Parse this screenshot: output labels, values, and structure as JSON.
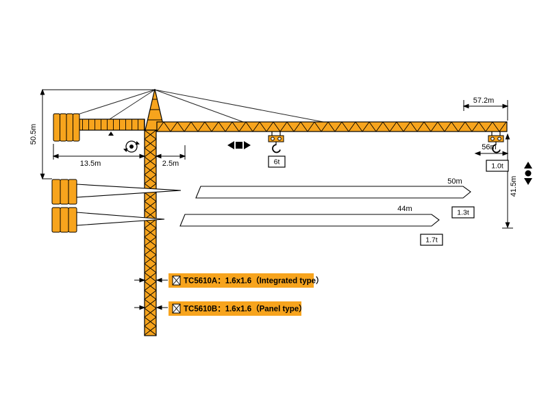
{
  "colors": {
    "crane": "#F7A41D",
    "outline": "#000000",
    "background": "#FFFFFF"
  },
  "dimensions": {
    "hook_height": "50.5m",
    "counter_jib": "13.5m",
    "rear_offset": "2.5m",
    "tip_span": "57.2m",
    "max_radius": "56m",
    "tower_height": "41.5m"
  },
  "loads": {
    "trolley": "6t",
    "tip_56m": "1.0t",
    "tip_50m": "1.3t",
    "tip_44m": "1.7t"
  },
  "jib_variants": [
    {
      "length": "50m",
      "tip_load": "1.3t"
    },
    {
      "length": "44m",
      "tip_load": "1.7t"
    }
  ],
  "models": [
    {
      "label": "TC5610A：1.6x1.6（Integrated type）"
    },
    {
      "label": "TC5610B：1.6x1.6（Panel type）"
    }
  ],
  "icons": {
    "slewing": "slewing-rotation-icon",
    "trolley_travel": "trolley-travel-icon",
    "hoisting": "hoisting-up-down-icon"
  }
}
